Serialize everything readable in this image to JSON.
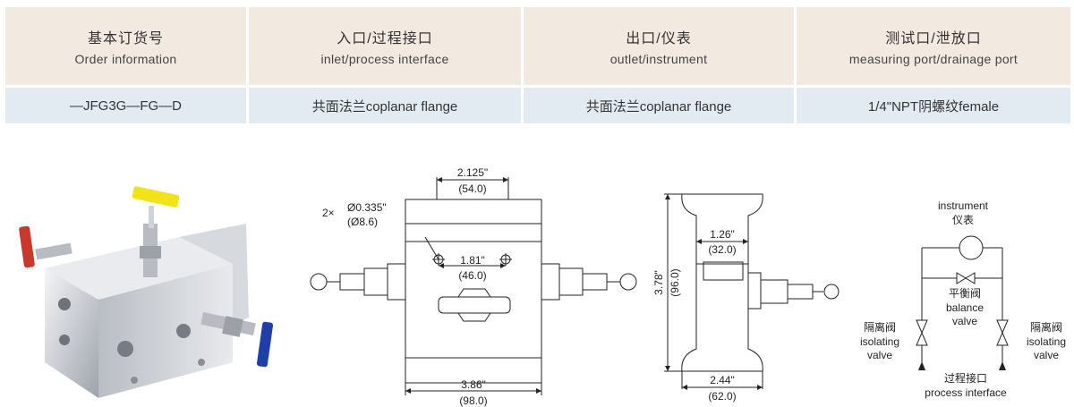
{
  "table": {
    "headers": [
      {
        "zh": "基本订货号",
        "en": "Order information"
      },
      {
        "zh": "入口/过程接口",
        "en": "inlet/process interface"
      },
      {
        "zh": "出口/仪表",
        "en": "outlet/instrument"
      },
      {
        "zh": "测试口/泄放口",
        "en": "measuring port/drainage port"
      }
    ],
    "values": [
      "—JFG3G—FG—D",
      "共面法兰coplanar flange",
      "共面法兰coplanar flange",
      "1/4\"NPT阴螺纹female"
    ]
  },
  "front_view": {
    "top_width": "2.125\"",
    "top_width_mm": "(54.0)",
    "hole_count": "2×",
    "hole_dia": "Ø0.335\"",
    "hole_dia_mm": "(Ø8.6)",
    "hole_spacing": "1.81\"",
    "hole_spacing_mm": "(46.0)",
    "body_width": "3.86\"",
    "body_width_mm": "(98.0)"
  },
  "side_view": {
    "neck_width": "1.26\"",
    "neck_width_mm": "(32.0)",
    "height": "3.78\"",
    "height_mm": "(96.0)",
    "base_width": "2.44\"",
    "base_width_mm": "(62.0)"
  },
  "schematic": {
    "instrument_en": "instrument",
    "instrument_zh": "仪表",
    "balance_zh": "平衡阀",
    "balance_en1": "balance",
    "balance_en2": "valve",
    "iso_zh": "隔离阀",
    "iso_en1": "isolating",
    "iso_en2": "valve",
    "process_zh": "过程接口",
    "process_en": "process interface"
  },
  "colors": {
    "header_bg": "#f2e9e1",
    "value_bg": "#e3ebf2",
    "handle_yellow": "#f2e21a",
    "handle_red": "#c8392b",
    "handle_blue": "#1f3fa8"
  }
}
